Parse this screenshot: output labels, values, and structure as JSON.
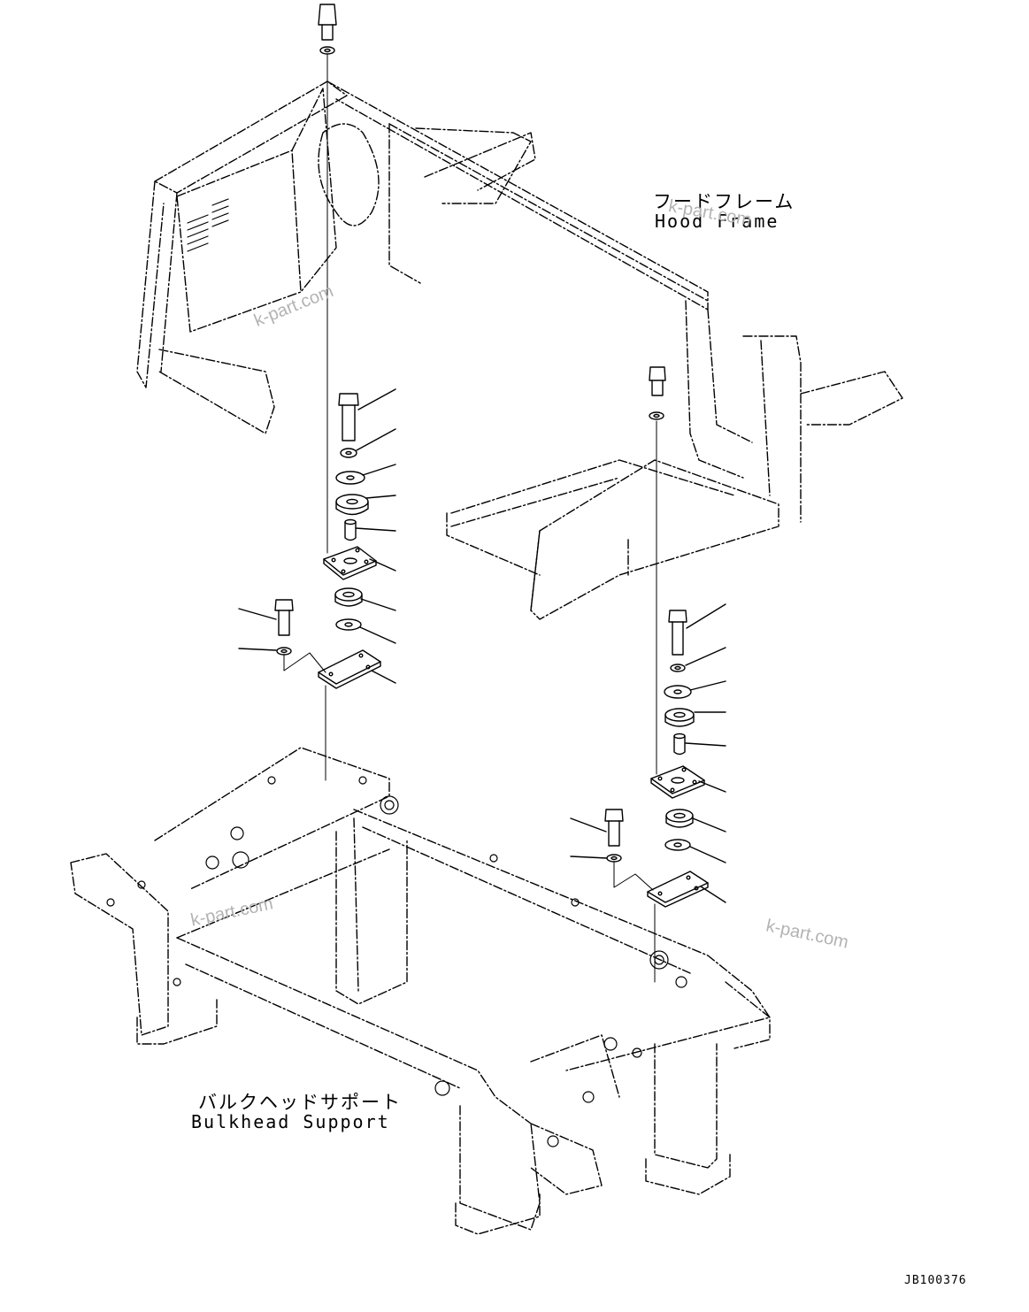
{
  "labels": {
    "hood_frame_jp": "フードフレーム",
    "hood_frame_en": "Hood Frame",
    "bulkhead_jp": "バルクヘッドサポート",
    "bulkhead_en": "Bulkhead Support",
    "drawing_code": "JB100376"
  },
  "watermarks": [
    "k-part.com",
    "k-part.com",
    "k-part.com",
    "k-part.com"
  ],
  "colors": {
    "line": "#000000",
    "watermark": "#b3b3b3",
    "background": "#ffffff"
  }
}
